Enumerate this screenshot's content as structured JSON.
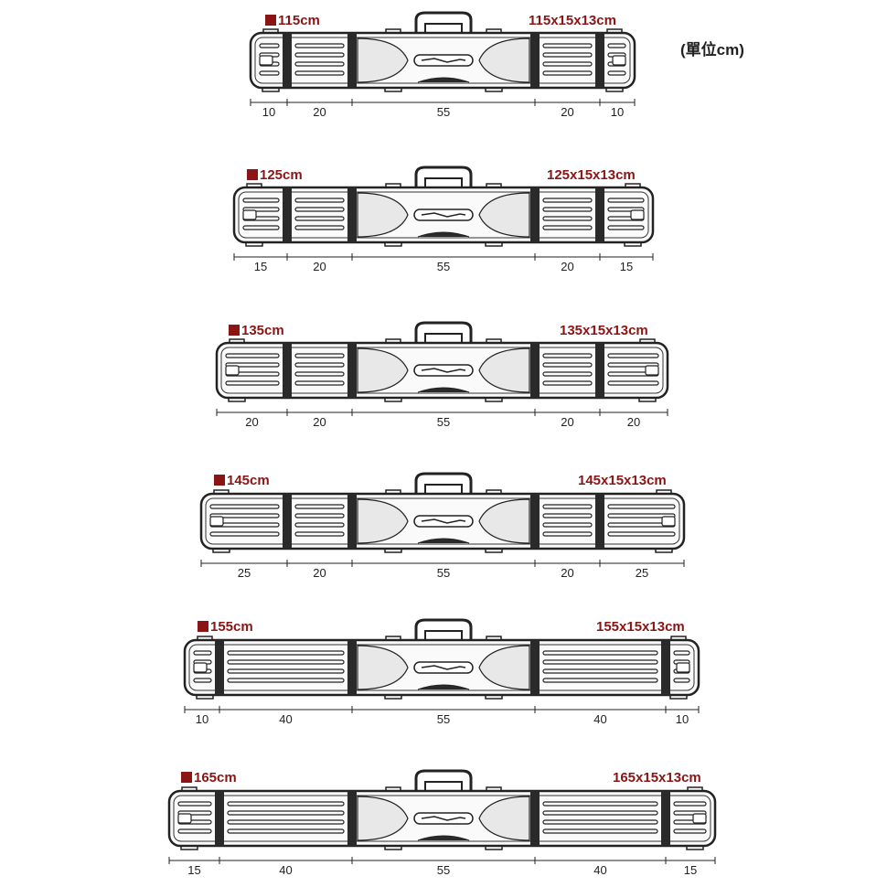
{
  "unit_note": "(單位cm)",
  "cases": [
    {
      "label": "115cm",
      "size": "115x15x13cm",
      "segments": [
        "10",
        "20",
        "55",
        "20",
        "10"
      ]
    },
    {
      "label": "125cm",
      "size": "125x15x13cm",
      "segments": [
        "15",
        "20",
        "55",
        "20",
        "15"
      ]
    },
    {
      "label": "135cm",
      "size": "135x15x13cm",
      "segments": [
        "20",
        "20",
        "55",
        "20",
        "20"
      ]
    },
    {
      "label": "145cm",
      "size": "145x15x13cm",
      "segments": [
        "25",
        "20",
        "55",
        "20",
        "25"
      ]
    },
    {
      "label": "155cm",
      "size": "155x15x13cm",
      "segments": [
        "10",
        "40",
        "55",
        "40",
        "10"
      ]
    },
    {
      "label": "165cm",
      "size": "165x15x13cm",
      "segments": [
        "15",
        "40",
        "55",
        "40",
        "15"
      ]
    }
  ],
  "colors": {
    "accent": "#8b1414",
    "outline": "#222222"
  }
}
